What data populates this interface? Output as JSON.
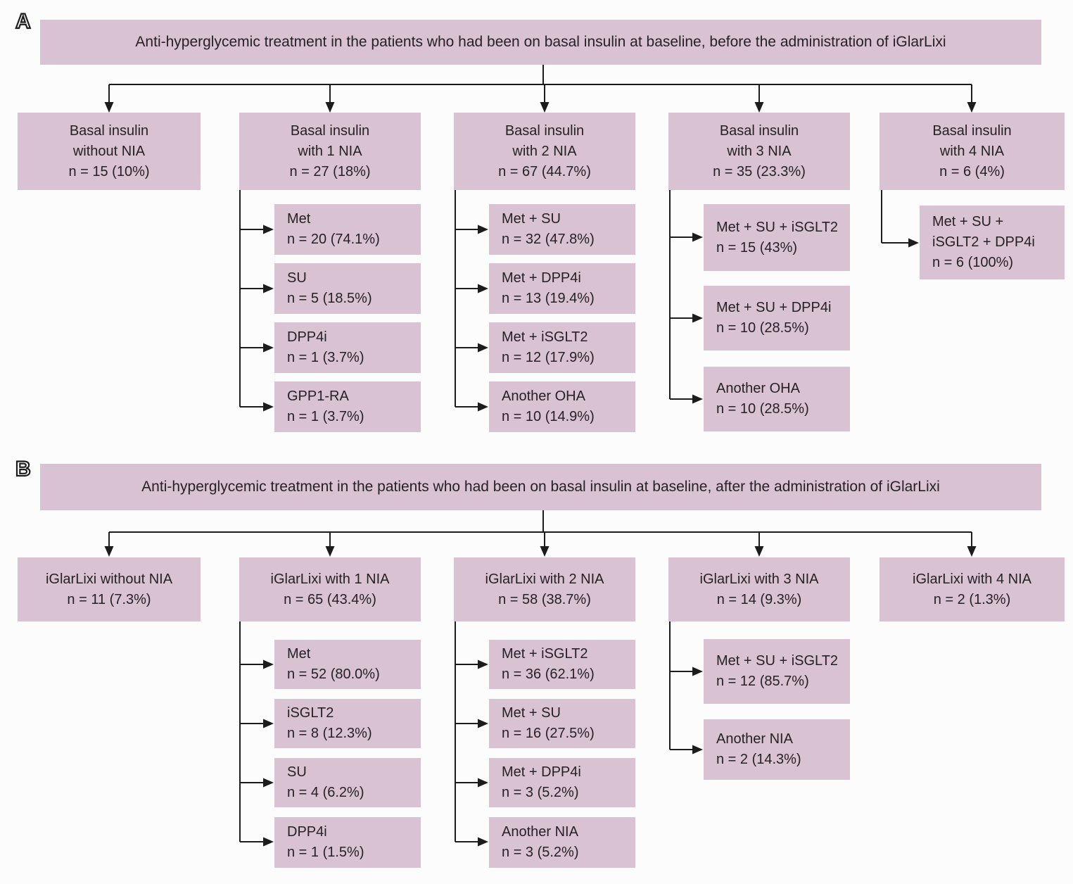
{
  "colors": {
    "box_fill": "#d9c3d3",
    "line": "#1c1c1c",
    "text": "#262123",
    "background": "#fdfcfc"
  },
  "panels": [
    {
      "label": "A",
      "title": "Anti-hyperglycemic treatment in the patients who had been on basal insulin at baseline, before the administration of iGlarLixi",
      "columns": [
        {
          "root": {
            "label": "Basal insulin\nwithout NIA",
            "count": "n = 15 (10%)"
          },
          "children": []
        },
        {
          "root": {
            "label": "Basal insulin\nwith 1 NIA",
            "count": "n = 27 (18%)"
          },
          "children": [
            {
              "label": "Met",
              "count": "n = 20 (74.1%)"
            },
            {
              "label": "SU",
              "count": "n = 5 (18.5%)"
            },
            {
              "label": "DPP4i",
              "count": "n = 1 (3.7%)"
            },
            {
              "label": "GPP1-RA",
              "count": "n = 1 (3.7%)"
            }
          ]
        },
        {
          "root": {
            "label": "Basal insulin\nwith 2 NIA",
            "count": "n = 67 (44.7%)"
          },
          "children": [
            {
              "label": "Met + SU",
              "count": "n = 32 (47.8%)"
            },
            {
              "label": "Met + DPP4i",
              "count": "n = 13 (19.4%)"
            },
            {
              "label": "Met + iSGLT2",
              "count": "n = 12 (17.9%)"
            },
            {
              "label": "Another OHA",
              "count": "n = 10 (14.9%)"
            }
          ]
        },
        {
          "root": {
            "label": "Basal insulin\nwith 3 NIA",
            "count": "n = 35 (23.3%)"
          },
          "children": [
            {
              "label": "Met + SU + iSGLT2",
              "count": "n = 15 (43%)"
            },
            {
              "label": "Met + SU + DPP4i",
              "count": "n = 10 (28.5%)"
            },
            {
              "label": "Another OHA",
              "count": "n = 10 (28.5%)"
            }
          ]
        },
        {
          "root": {
            "label": "Basal insulin\nwith 4 NIA",
            "count": "n = 6 (4%)"
          },
          "children": [
            {
              "label": "Met + SU +\niSGLT2 + DPP4i",
              "count": "n = 6 (100%)"
            }
          ]
        }
      ]
    },
    {
      "label": "B",
      "title": "Anti-hyperglycemic treatment in the patients who had been on basal insulin at baseline, after the administration of iGlarLixi",
      "columns": [
        {
          "root": {
            "label": "iGlarLixi without NIA",
            "count": "n = 11 (7.3%)"
          },
          "children": []
        },
        {
          "root": {
            "label": "iGlarLixi with 1 NIA",
            "count": "n = 65 (43.4%)"
          },
          "children": [
            {
              "label": "Met",
              "count": "n = 52 (80.0%)"
            },
            {
              "label": "iSGLT2",
              "count": "n = 8 (12.3%)"
            },
            {
              "label": "SU",
              "count": "n = 4 (6.2%)"
            },
            {
              "label": "DPP4i",
              "count": "n = 1 (1.5%)"
            }
          ]
        },
        {
          "root": {
            "label": "iGlarLixi with 2 NIA",
            "count": "n = 58 (38.7%)"
          },
          "children": [
            {
              "label": "Met + iSGLT2",
              "count": "n = 36 (62.1%)"
            },
            {
              "label": "Met + SU",
              "count": "n = 16 (27.5%)"
            },
            {
              "label": "Met + DPP4i",
              "count": "n = 3 (5.2%)"
            },
            {
              "label": "Another NIA",
              "count": "n = 3 (5.2%)"
            }
          ]
        },
        {
          "root": {
            "label": "iGlarLixi with 3 NIA",
            "count": "n = 14 (9.3%)"
          },
          "children": [
            {
              "label": "Met + SU + iSGLT2",
              "count": "n = 12 (85.7%)"
            },
            {
              "label": "Another NIA",
              "count": "n = 2 (14.3%)"
            }
          ]
        },
        {
          "root": {
            "label": "iGlarLixi with 4 NIA",
            "count": "n = 2 (1.3%)"
          },
          "children": []
        }
      ]
    }
  ]
}
